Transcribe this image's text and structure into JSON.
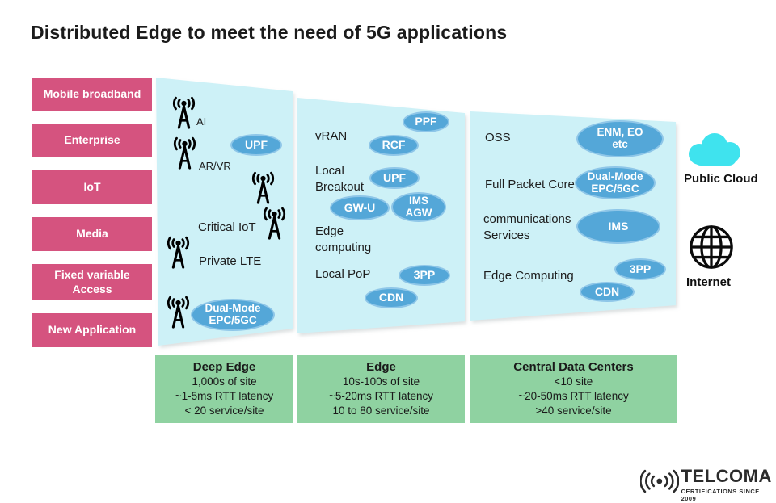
{
  "title": "Distributed Edge to meet the need of 5G applications",
  "sidebar": {
    "items": [
      {
        "label": "Mobile broadband"
      },
      {
        "label": "Enterprise"
      },
      {
        "label": "IoT"
      },
      {
        "label": "Media"
      },
      {
        "label": "Fixed variable Access"
      },
      {
        "label": "New Application"
      }
    ]
  },
  "deep_edge_panel": {
    "icon_labels": {
      "ai": "AI",
      "arvr": "AR/VR",
      "critical_iot": "Critical IoT",
      "private_lte": "Private LTE"
    },
    "bubbles": {
      "upf": "UPF",
      "dual_mode": "Dual-Mode\nEPC/5GC"
    }
  },
  "edge_panel": {
    "labels": {
      "vran": "vRAN",
      "local_breakout": "Local\nBreakout",
      "edge_computing": "Edge\ncomputing",
      "local_pop": "Local PoP"
    },
    "bubbles": {
      "ppf": "PPF",
      "rcf": "RCF",
      "upf": "UPF",
      "gw_u": "GW-U",
      "ims_agw": "IMS\nAGW",
      "tpp": "3PP",
      "cdn": "CDN"
    }
  },
  "central_panel": {
    "labels": {
      "oss": "OSS",
      "full_packet_core": "Full Packet Core",
      "communications_services": "communications\nServices",
      "edge_computing": "Edge Computing"
    },
    "bubbles": {
      "enm_eo": "ENM, EO\netc",
      "dual_mode": "Dual-Mode\nEPC/5GC",
      "ims": "IMS",
      "tpp": "3PP",
      "cdn": "CDN"
    }
  },
  "cloud_column": {
    "public_cloud_label": "Public Cloud",
    "internet_label": "Internet"
  },
  "tier_boxes": [
    {
      "title": "Deep Edge",
      "lines": [
        "1,000s of site",
        "~1-5ms RTT latency",
        "< 20 service/site"
      ]
    },
    {
      "title": "Edge",
      "lines": [
        "10s-100s of site",
        "~5-20ms RTT latency",
        "10 to 80 service/site"
      ]
    },
    {
      "title": "Central Data Centers",
      "lines": [
        "<10 site",
        "~20-50ms RTT latency",
        ">40 service/site"
      ]
    }
  ],
  "logo": {
    "brand": "TELCOMA",
    "tagline": "CERTIFICATIONS SINCE 2009"
  },
  "colors": {
    "category_pink": "#d5537f",
    "panel_cyan": "#cdf1f7",
    "bubble_blue": "#54a7d8",
    "tier_green": "#8fd2a1",
    "cloud_cyan": "#3fe3ee",
    "text_dark": "#1d1d1d"
  }
}
